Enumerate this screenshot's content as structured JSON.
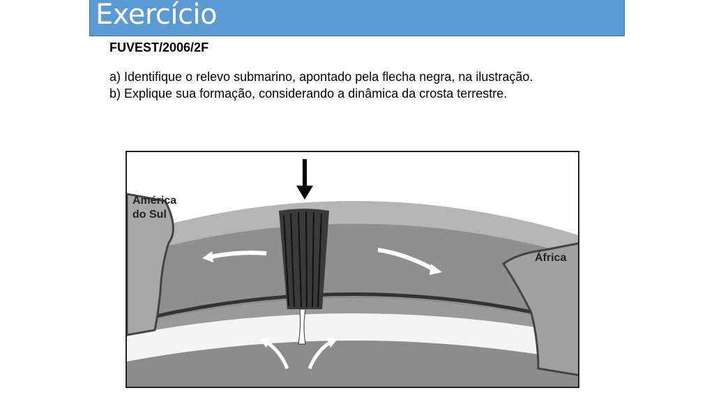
{
  "header": {
    "title": "Exercício"
  },
  "question": {
    "source": "FUVEST/2006/2F",
    "part_a": "a) Identifique o relevo submarino, apontado pela flecha negra, na ilustração.",
    "part_b": "b) Explique sua formação, considerando a dinâmica da crosta terrestre."
  },
  "figure": {
    "label_left_line1": "América",
    "label_left_line2": "do Sul",
    "label_right": "África"
  }
}
